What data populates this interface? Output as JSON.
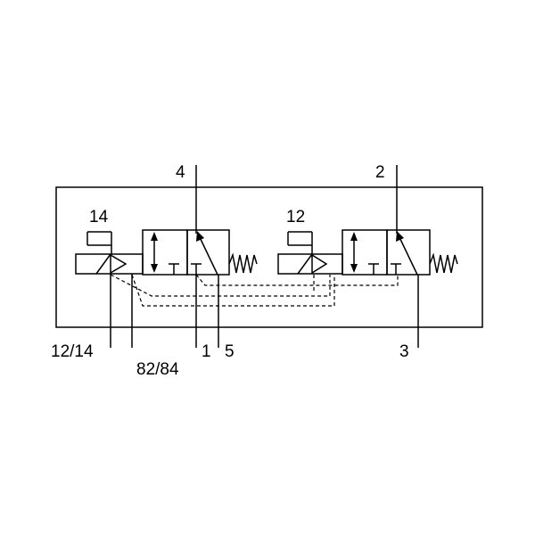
{
  "ports": {
    "p4": "4",
    "p2": "2",
    "p14": "14",
    "p12": "12",
    "p1214": "12/14",
    "p8284": "82/84",
    "p1": "1",
    "p5": "5",
    "p3": "3"
  }
}
